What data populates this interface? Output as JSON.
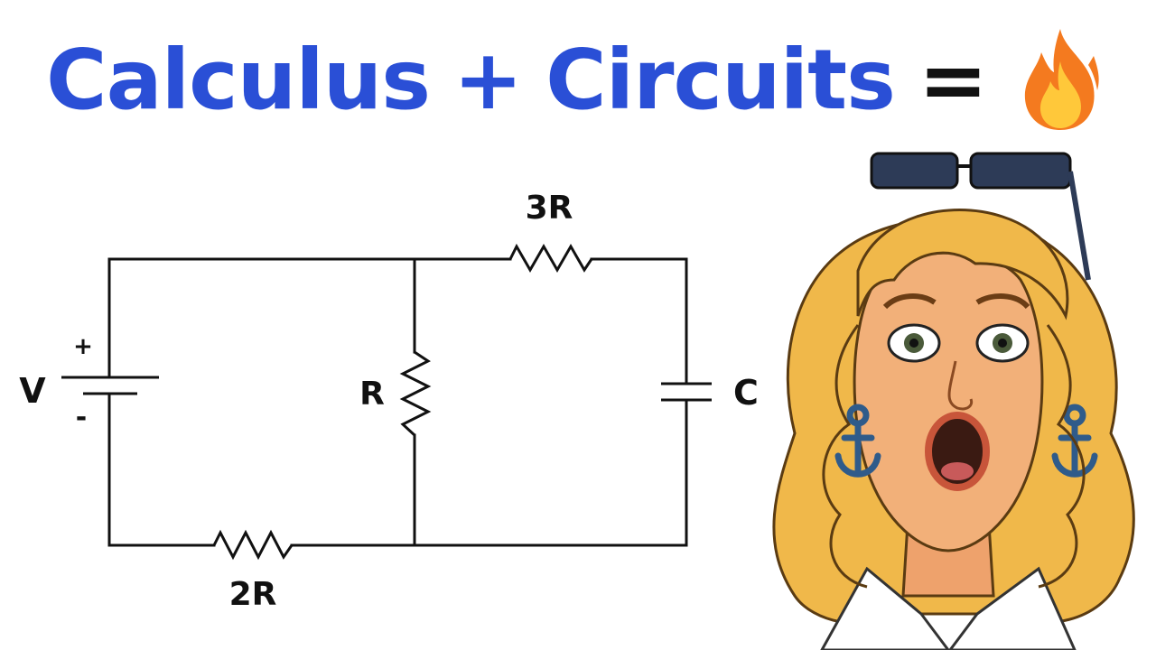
{
  "header": {
    "title_part1": "Calculus",
    "plus": "+",
    "title_part2": "Circuits",
    "equals": "=",
    "emoji": "fire-icon"
  },
  "circuit": {
    "source_label": "V",
    "plus_sign": "+",
    "minus_sign": "-",
    "middle_resistor_label": "R",
    "top_resistor_label": "3R",
    "bottom_resistor_label": "2R",
    "capacitor_label": "C"
  },
  "colors": {
    "title_blue": "#2a4fd6",
    "wire": "#111111",
    "hair": "#f0b84a",
    "skin": "#f2b079",
    "earring_blue": "#2f5b8a",
    "sunglasses": "#2d3b57"
  },
  "illustration": {
    "name": "surprised-woman-illustration"
  }
}
